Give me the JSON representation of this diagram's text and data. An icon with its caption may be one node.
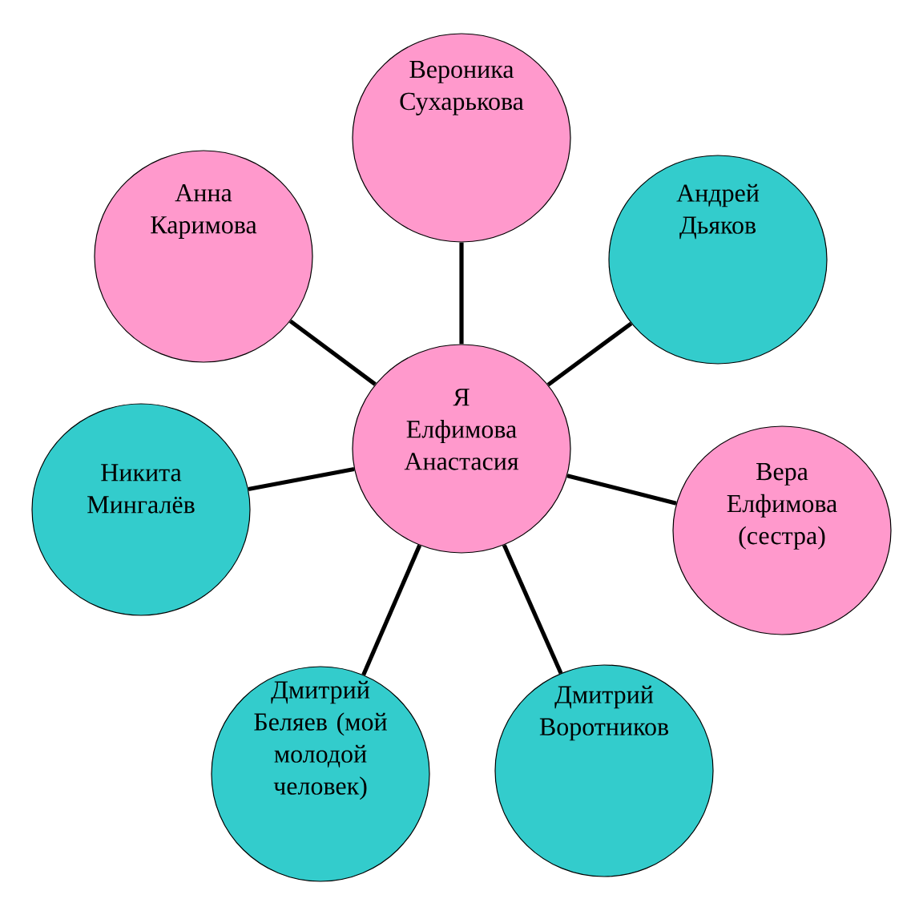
{
  "diagram": {
    "nodes": [
      {
        "text": [
          "Я Елфимова Анастасия"
        ]
      },
      {
        "text": [
          "Вероника Сухарькова"
        ]
      },
      {
        "text": [
          "Андрей Дьяков"
        ]
      },
      {
        "text": [
          "Вера Елфимова (сестра)"
        ]
      },
      {
        "text": [
          "Дмитрий Воротников"
        ]
      },
      {
        "text": [
          "Дмитрий Беляев (мой молодой человек)"
        ]
      },
      {
        "text": [
          "Никита Мингалёв"
        ]
      },
      {
        "text": [
          "Анна Каримова"
        ]
      }
    ],
    "edges": [
      {
        "from": 0,
        "to": 1,
        "arrow": "none"
      },
      {
        "from": 0,
        "to": 2,
        "arrow": "none"
      },
      {
        "from": 0,
        "to": 3,
        "arrow": "none"
      },
      {
        "from": 0,
        "to": 4,
        "arrow": "none"
      },
      {
        "from": 0,
        "to": 5,
        "arrow": "none"
      },
      {
        "from": 0,
        "to": 6,
        "arrow": "none"
      },
      {
        "from": 0,
        "to": 7,
        "arrow": "none"
      }
    ]
  }
}
